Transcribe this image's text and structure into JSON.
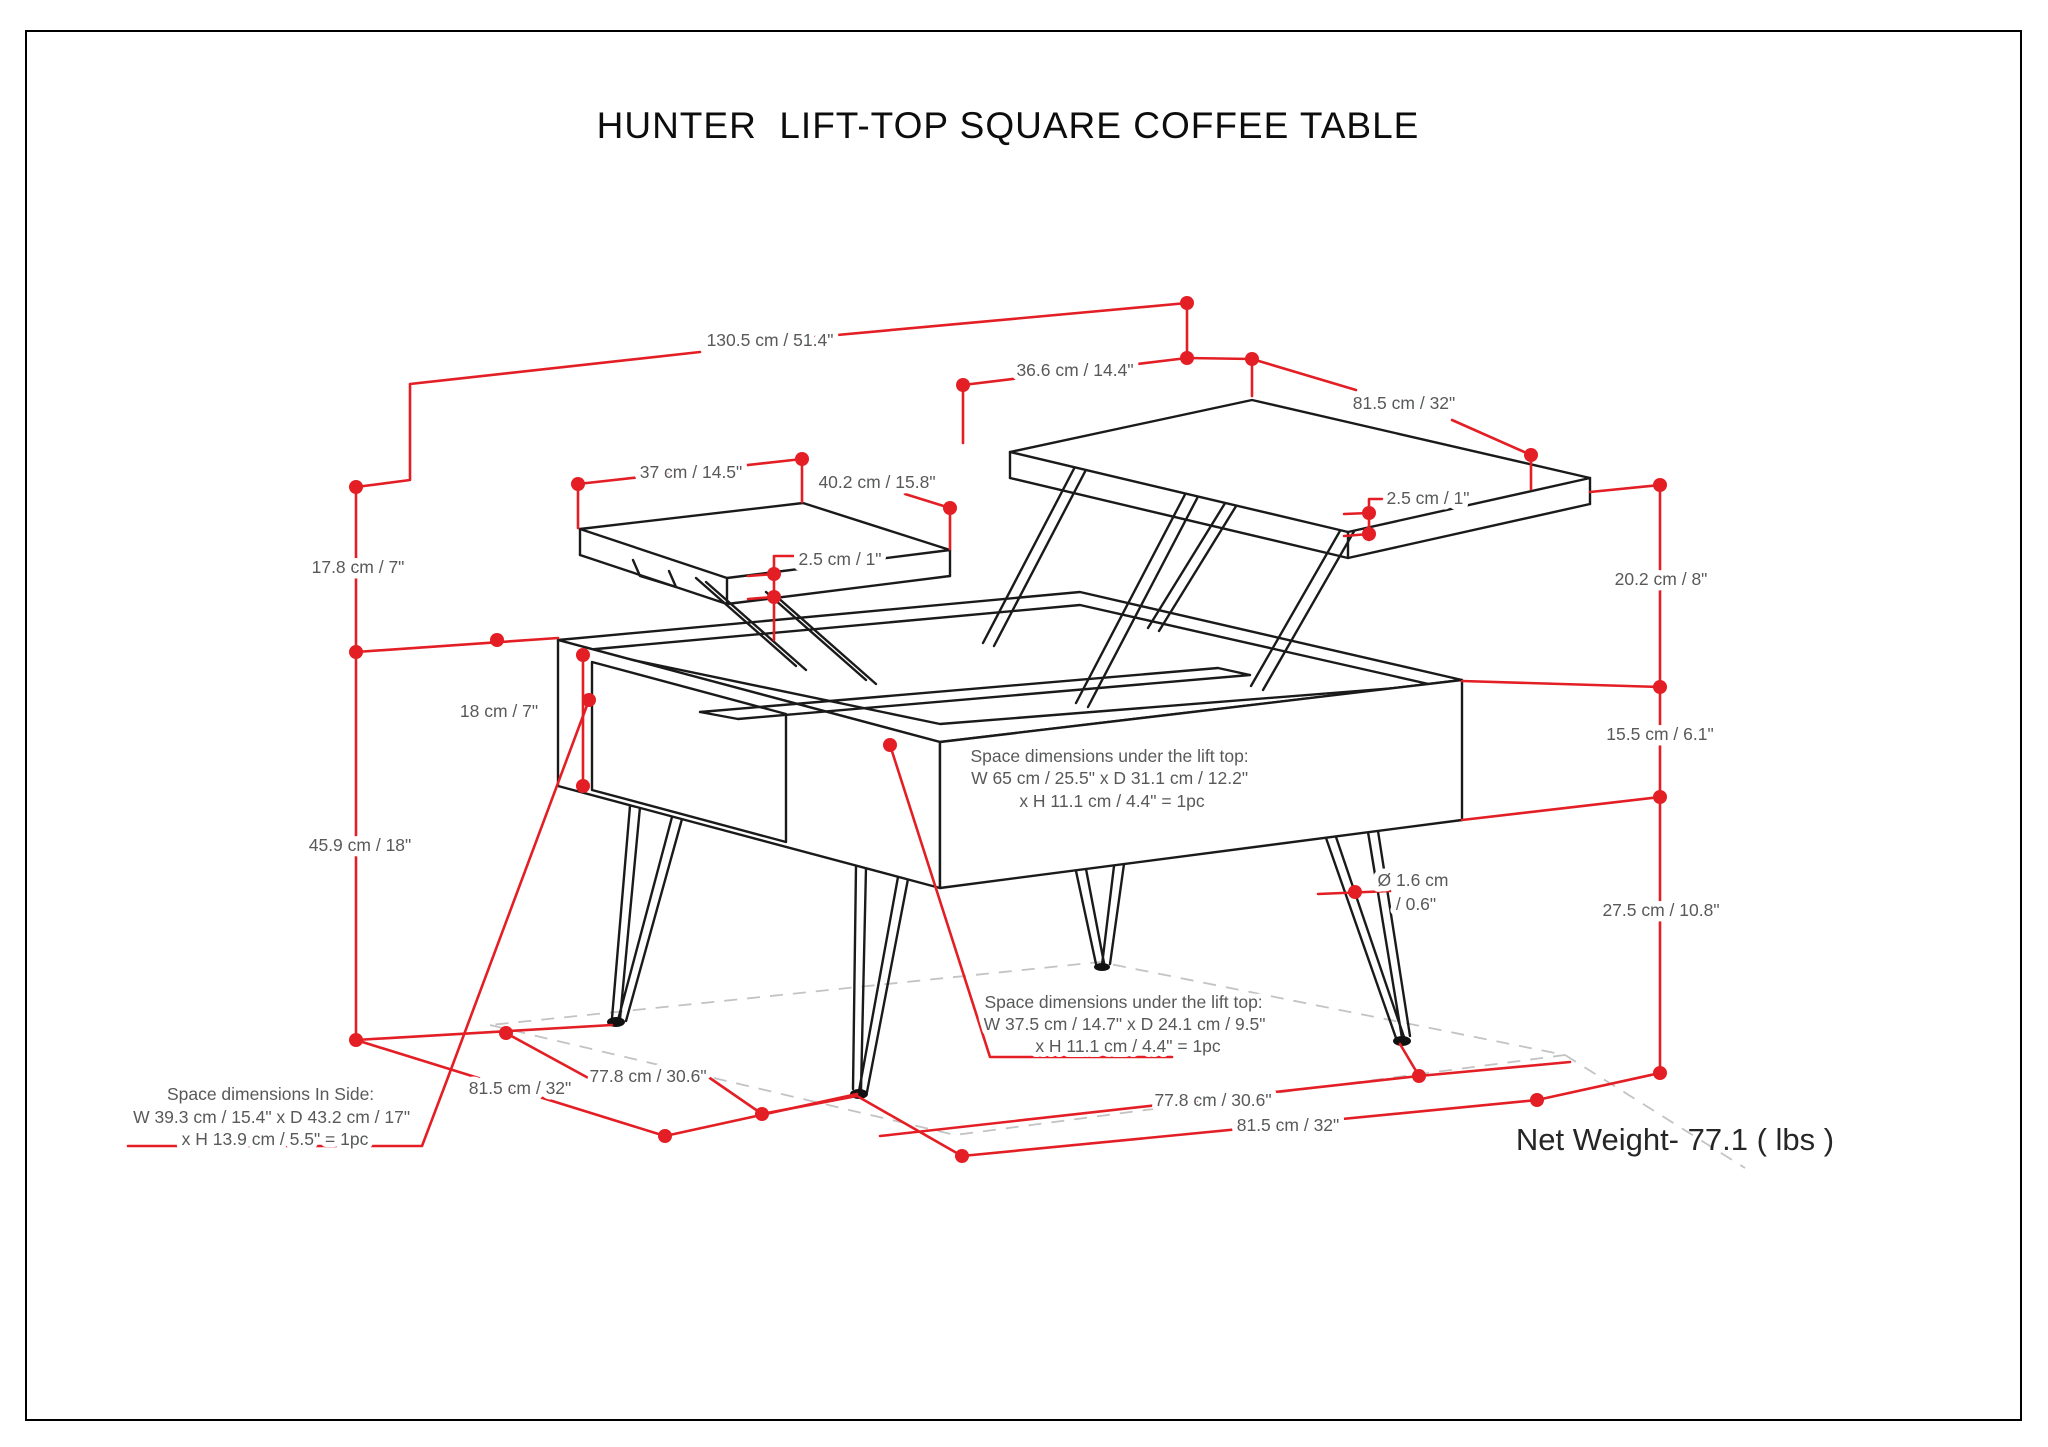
{
  "title": "HUNTER  LIFT-TOP SQUARE COFFEE TABLE",
  "net_weight": "Net Weight- 77.1 ( lbs )",
  "colors": {
    "dimension_red": "#e31e24",
    "dimension_text_gray": "#58595a",
    "drawing_black": "#1a1a1a"
  },
  "dimensions": {
    "overall_width": "130.5 cm / 51.4\"",
    "top_overhang": "36.6 cm / 14.4\"",
    "top_width": "81.5 cm / 32\"",
    "tray_width": "37 cm / 14.5\"",
    "tray_depth": "40.2 cm / 15.8\"",
    "tray_thickness": "2.5 cm / 1\"",
    "top_thickness": "2.5 cm / 1\"",
    "tray_lift_height": "17.8 cm / 7\"",
    "lift_height": "20.2 cm / 8\"",
    "side_opening_height": "18 cm / 7\"",
    "body_height": "15.5 cm / 6.1\"",
    "total_height": "45.9 cm / 18\"",
    "leg_height": "27.5 cm / 10.8\"",
    "leg_diameter_line1": "Ø 1.6 cm",
    "leg_diameter_line2": "/ 0.6\"",
    "base_width_left": "81.5 cm / 32\"",
    "base_depth_left": "77.8 cm / 30.6\"",
    "base_depth_right": "77.8 cm / 30.6\"",
    "base_width_right": "81.5 cm / 32\""
  },
  "notes": {
    "under_lift_top_main": [
      "Space dimensions under the lift top:",
      "W 65 cm / 25.5\" x D 31.1 cm / 12.2\"",
      "x H 11.1 cm / 4.4\" = 1pc"
    ],
    "under_lift_top_tray": [
      "Space dimensions under the lift top:",
      "W 37.5 cm / 14.7\" x D 24.1 cm / 9.5\"",
      "x H 11.1 cm / 4.4\" = 1pc"
    ],
    "in_side": [
      "Space dimensions In Side:",
      "W 39.3 cm / 15.4\" x D 43.2 cm / 17\"",
      "x H 13.9 cm / 5.5\" = 1pc"
    ]
  }
}
